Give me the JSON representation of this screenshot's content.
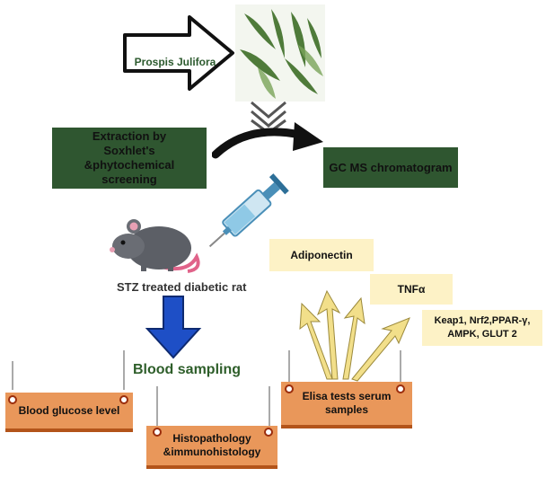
{
  "plant": {
    "label": "Prospis Julifora"
  },
  "extraction": {
    "label": "Extraction by Soxhlet's &phytochemical screening"
  },
  "gcms": {
    "label": "GC MS chromatogram"
  },
  "rat": {
    "label": "STZ treated diabetic rat"
  },
  "blood_sampling": {
    "label": "Blood sampling"
  },
  "markers": {
    "adiponectin": "Adiponectin",
    "tnf": "TNFα",
    "genes": "Keap1, Nrf2,PPAR-γ, AMPK, GLUT 2"
  },
  "outcomes": {
    "glucose": "Blood glucose level",
    "histo": "Histopathology &immunohistology",
    "elisa": "Elisa tests serum samples"
  },
  "colors": {
    "green_box": "#2f5630",
    "yellow_box": "#fdf2c6",
    "orange_box": "#e9975a",
    "blue_arrow": "#1e4fc6",
    "yellow_arrow": "#f2df8a"
  }
}
